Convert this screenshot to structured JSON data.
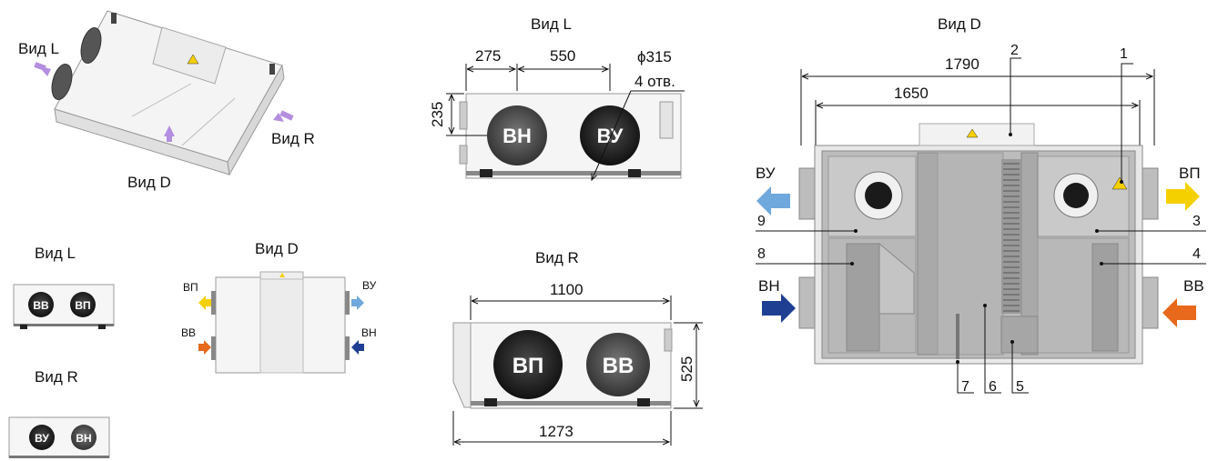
{
  "views": {
    "iso_view_l": "Вид L",
    "iso_view_r": "Вид R",
    "iso_view_d": "Вид D",
    "small_view_l": "Вид L",
    "small_view_r": "Вид R",
    "small_view_d": "Вид D",
    "mid_view_l": "Вид L",
    "mid_view_r": "Вид R",
    "big_view_d": "Вид D"
  },
  "ports": {
    "vn": "ВН",
    "vu": "ВУ",
    "vp": "ВП",
    "vv": "ВВ"
  },
  "dimensions": {
    "d275": "275",
    "d550": "550",
    "d235": "235",
    "diameter": "ϕ315",
    "holes": "4 отв.",
    "d1100": "1100",
    "d525": "525",
    "d1273": "1273",
    "d1790": "1790",
    "d1650": "1650"
  },
  "callouts": [
    "1",
    "2",
    "3",
    "4",
    "5",
    "6",
    "7",
    "8",
    "9"
  ],
  "colors": {
    "yellow": "#f5d000",
    "light_blue": "#6fa8dc",
    "dark_blue": "#1f3f93",
    "orange": "#e8681c",
    "purple": "#b48ee0",
    "port_dark": "#1a1a1a",
    "port_grey": "#555555"
  }
}
